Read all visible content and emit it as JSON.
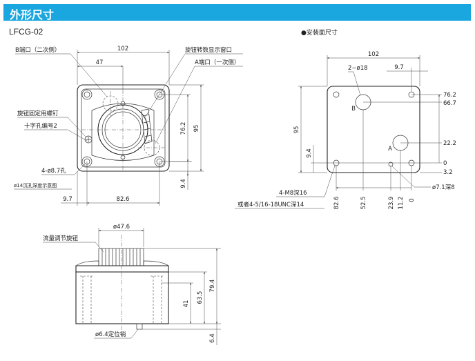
{
  "header": {
    "title": "外形尺寸"
  },
  "model": "LFCG-02",
  "mount_title": "●安装面尺寸",
  "top_view": {
    "labels": {
      "b_port": "B端口（二次侧）",
      "window": "旋钮转数显示窗口",
      "a_port": "A端口（一次侧）",
      "screw": "旋钮固定用螺钉",
      "cross": "十字孔编号2",
      "hole": "4-ø8.7孔",
      "counterbore": "ø14沉孔深度示意图"
    },
    "dims": {
      "width": "102",
      "pos_47": "47",
      "height": "95",
      "d762": "76.2",
      "d94": "9.4",
      "d97": "9.7",
      "d826": "82.6"
    }
  },
  "mount_view": {
    "labels": {
      "two_holes": "2−ø18",
      "port_b": "B",
      "port_a": "A",
      "m8": "4-M8深16",
      "unc": "或者4-5/16-18UNC深14",
      "pin": "ø7.1深8"
    },
    "dims": {
      "width": "102",
      "d97": "9.7",
      "height": "95",
      "d94": "9.4",
      "r762": "76.2",
      "r667": "66.7",
      "r222": "22.2",
      "r0": "0",
      "r32": "3.2",
      "b826": "82.6",
      "b525": "52.5",
      "b239": "23.9",
      "b112": "11.2",
      "b0": "0"
    }
  },
  "side_view": {
    "labels": {
      "knob": "流量调节旋钮",
      "pin": "ø6.4定位销"
    },
    "dims": {
      "d476": "ø47.6",
      "h794": "79.4",
      "h635": "63.5",
      "h41": "41",
      "h64": "6.4"
    }
  }
}
